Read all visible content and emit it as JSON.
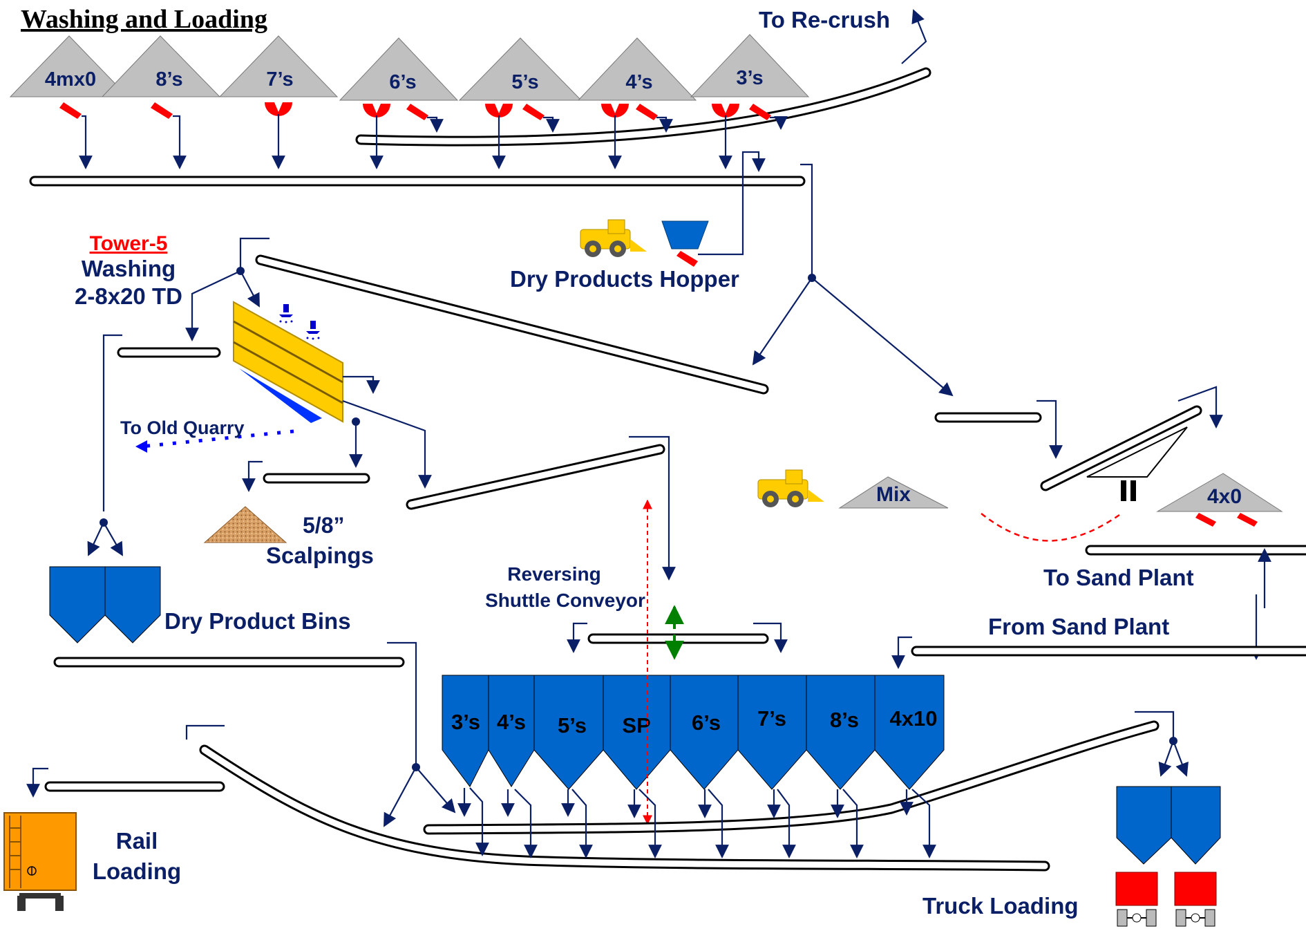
{
  "title": "Washing and Loading",
  "tower": {
    "name": "Tower-5",
    "line1": "Washing",
    "line2": "2-8x20 TD"
  },
  "labels": {
    "to_recrush": "To Re-crush",
    "dry_products_hopper": "Dry Products Hopper",
    "to_old_quarry": "To Old Quarry",
    "scalpings_size": "5/8”",
    "scalpings": "Scalpings",
    "dry_product_bins": "Dry Product Bins",
    "reversing": "Reversing",
    "shuttle_conveyor": "Shuttle Conveyor",
    "to_sand_plant": "To Sand Plant",
    "from_sand_plant": "From Sand Plant",
    "rail": "Rail",
    "rail_loading": "Loading",
    "truck_loading": "Truck Loading"
  },
  "stockpiles": [
    "4mx0",
    "8’s",
    "7’s",
    "6’s",
    "5’s",
    "4’s",
    "3’s"
  ],
  "mix_pile": "Mix",
  "sand_pile": "4x0",
  "bins": [
    "3’s",
    "4’s",
    "5’s",
    "SP",
    "6’s",
    "7’s",
    "8’s",
    "4x10"
  ],
  "colors": {
    "flow_arrow": "#0b1f66",
    "stockpile": "#c0c0c0",
    "gate": "#ff0000",
    "bin": "#0066cc",
    "screen": "#ffcc00",
    "loader": "#ffcc00",
    "rail_car": "#ff9900",
    "truck": "#ff0000",
    "red_dotted": "#ff0000",
    "green_dashed": "#008000",
    "blue_dotted": "#0000ff"
  }
}
